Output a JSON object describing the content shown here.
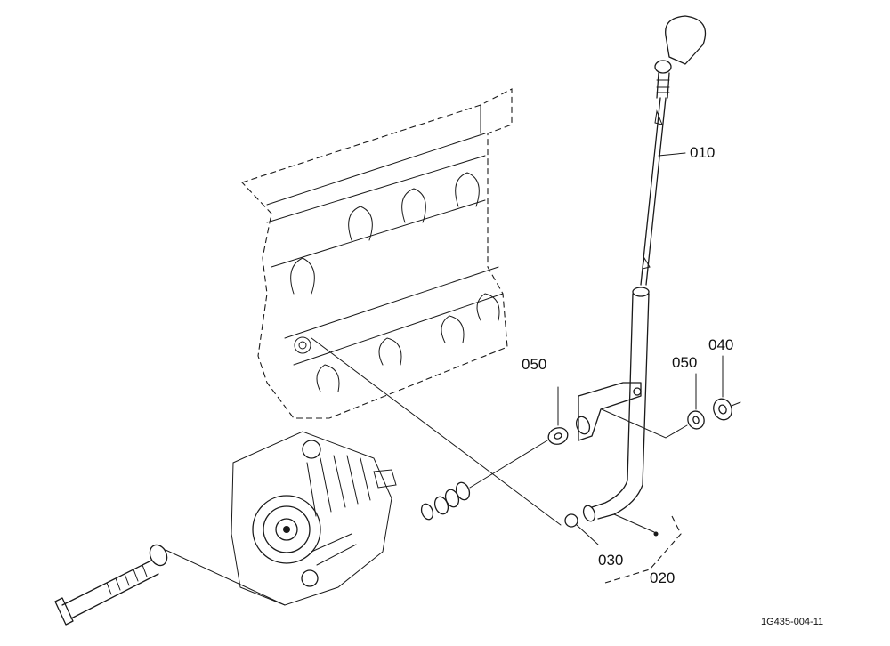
{
  "callouts": {
    "p010": "010",
    "p020": "020",
    "p030": "030",
    "p040": "040",
    "p050a": "050",
    "p050b": "050"
  },
  "drawing_ref": "1G435-004-11"
}
